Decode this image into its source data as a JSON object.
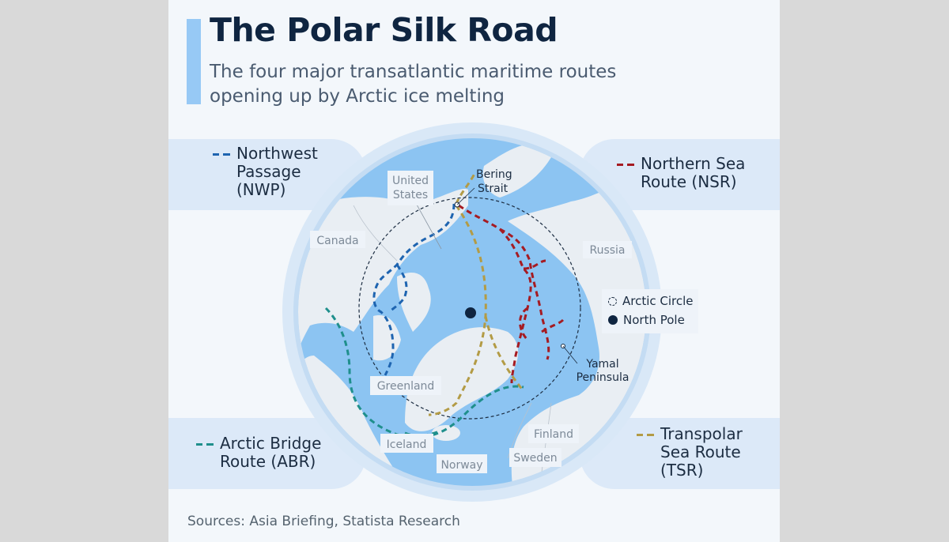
{
  "header": {
    "title": "The Polar Silk Road",
    "subtitle": "The four major transatlantic maritime routes opening up by Arctic ice melting"
  },
  "routes": [
    {
      "id": "nwp",
      "name_lines": [
        "Northwest",
        "Passage",
        "(NWP)"
      ],
      "color": "#1e64b0",
      "position": "top-left"
    },
    {
      "id": "nsr",
      "name_lines": [
        "Northern Sea",
        "Route (NSR)"
      ],
      "color": "#a51b22",
      "position": "top-right"
    },
    {
      "id": "abr",
      "name_lines": [
        "Arctic Bridge",
        "Route (ABR)"
      ],
      "color": "#1f8f8c",
      "position": "bottom-left"
    },
    {
      "id": "tsr",
      "name_lines": [
        "Transpolar",
        "Sea Route",
        "(TSR)"
      ],
      "color": "#b39b45",
      "position": "bottom-right"
    }
  ],
  "map_key": {
    "arctic_circle": "Arctic Circle",
    "north_pole": "North Pole"
  },
  "places": {
    "united_states": [
      "United",
      "States"
    ],
    "bering_strait": [
      "Bering",
      "Strait"
    ],
    "canada": "Canada",
    "russia": "Russia",
    "greenland": "Greenland",
    "iceland": "Iceland",
    "norway": "Norway",
    "finland": "Finland",
    "sweden": "Sweden",
    "yamal_peninsula": [
      "Yamal",
      "Peninsula"
    ]
  },
  "colors": {
    "ocean": "#8cc4f2",
    "land": "#e9eef3",
    "title": "#0f2541",
    "accent": "#97c9f5",
    "legend_pill": "#dce9f8"
  },
  "footer": {
    "sources": "Sources: Asia Briefing, Statista Research"
  }
}
